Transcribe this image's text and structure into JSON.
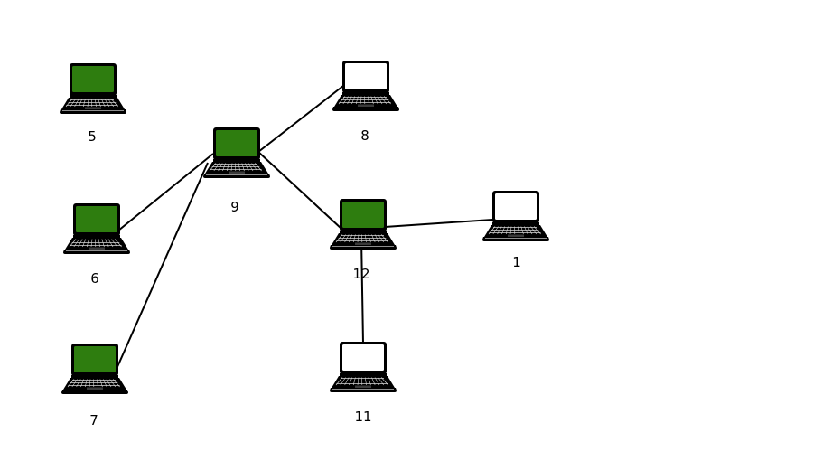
{
  "colors": {
    "active_screen": "#2e7d0f",
    "inactive_screen": "#ffffff",
    "laptop_body": "#000000",
    "edge": "#000000"
  },
  "nodes": [
    {
      "id": "5",
      "label": "5",
      "active": true
    },
    {
      "id": "9",
      "label": "9",
      "active": true
    },
    {
      "id": "8",
      "label": "8",
      "active": false
    },
    {
      "id": "6",
      "label": "6",
      "active": true
    },
    {
      "id": "12",
      "label": "12",
      "active": true
    },
    {
      "id": "1",
      "label": "1",
      "active": false
    },
    {
      "id": "7",
      "label": "7",
      "active": true
    },
    {
      "id": "11",
      "label": "11",
      "active": false
    }
  ],
  "edges": [
    {
      "from": "9",
      "to": "8"
    },
    {
      "from": "9",
      "to": "6"
    },
    {
      "from": "9",
      "to": "7"
    },
    {
      "from": "9",
      "to": "12"
    },
    {
      "from": "12",
      "to": "1"
    },
    {
      "from": "12",
      "to": "11"
    }
  ]
}
